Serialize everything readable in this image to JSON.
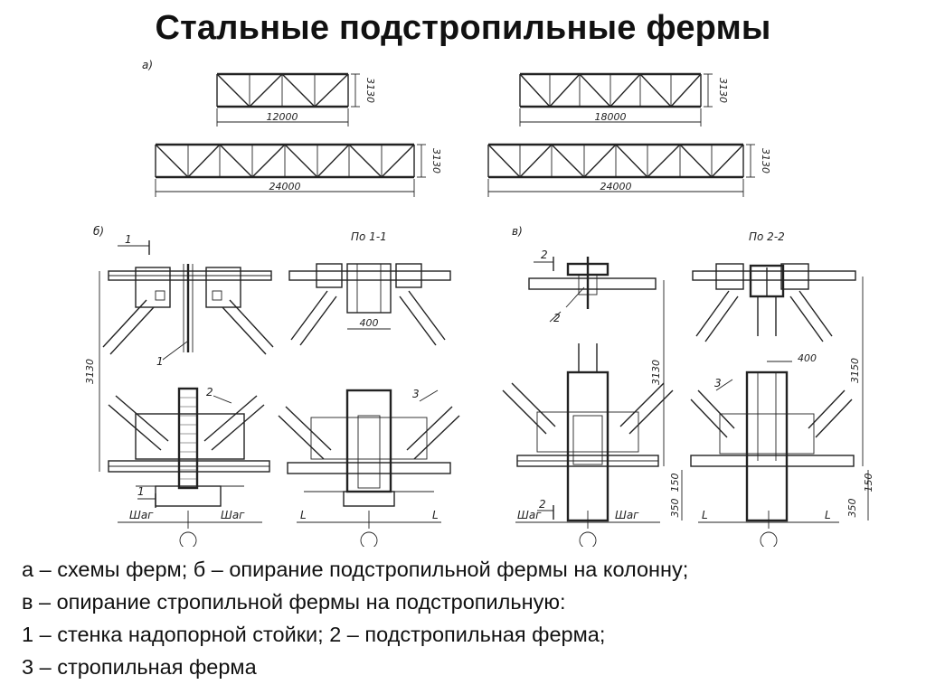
{
  "title": "Стальные подстропильные фермы",
  "labels": {
    "a": "а)",
    "b": "б)",
    "v": "в)",
    "section_1": "По 1-1",
    "section_2": "По 2-2",
    "cut_1": "1",
    "cut_2": "2",
    "callout_1": "1",
    "callout_2": "2",
    "callout_3": "3",
    "step": "Шаг",
    "l": "L"
  },
  "trusses": [
    {
      "span": "12000",
      "height": "3130"
    },
    {
      "span": "18000",
      "height": "3130"
    },
    {
      "span": "24000",
      "height": "3130"
    },
    {
      "span": "24000",
      "height": "3130"
    }
  ],
  "dims": {
    "d400": "400",
    "h3130": "3130",
    "h3150": "3150",
    "d150": "150",
    "d350": "350"
  },
  "caption": [
    "а – схемы ферм; б – опирание подстропильной фермы на колонну;",
    "в – опирание стропильной фермы на подстропильную:",
    "1 – стенка надопорной стойки; 2 – подстропильная ферма;",
    "3 – стропильная ферма"
  ]
}
